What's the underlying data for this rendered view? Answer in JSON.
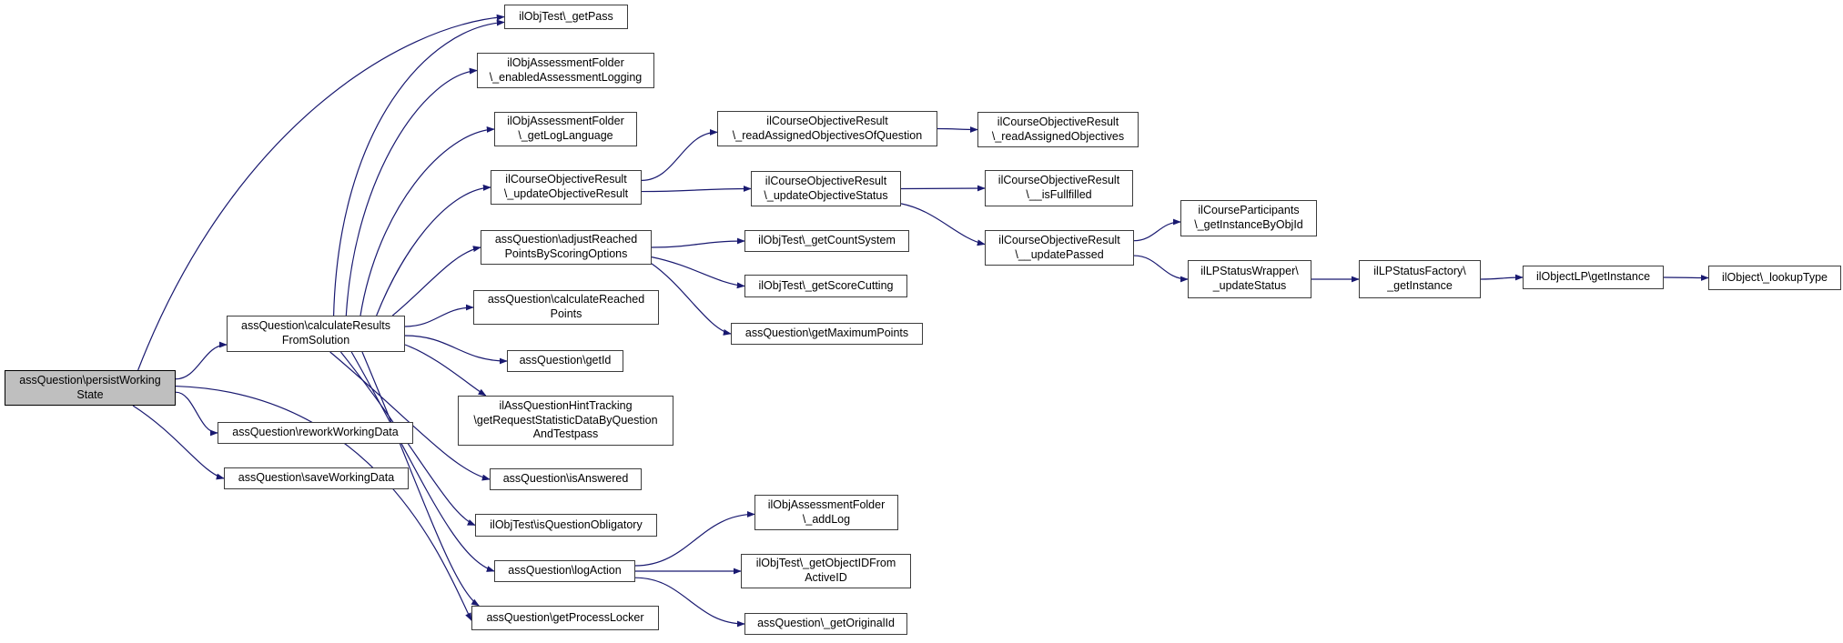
{
  "graph": {
    "title": "call graph for assQuestion::persistWorkingState",
    "background_color": "#ffffff",
    "edge_color": "#191970",
    "node_fill_color": "#ffffff",
    "node_border_color": "#3c3c3c",
    "highlight_fill_color": "#bfbfbf",
    "nodes": {
      "persist_working_state": {
        "lines": [
          "assQuestion\\persistWorking",
          "State"
        ]
      },
      "calculate_results_from_solution": {
        "lines": [
          "assQuestion\\calculateResults",
          "FromSolution"
        ]
      },
      "rework_working_data": {
        "lines": [
          "assQuestion\\reworkWorkingData"
        ]
      },
      "save_working_data": {
        "lines": [
          "assQuestion\\saveWorkingData"
        ]
      },
      "get_pass": {
        "lines": [
          "ilObjTest\\_getPass"
        ]
      },
      "enabled_assessment_logging": {
        "lines": [
          "ilObjAssessmentFolder",
          "\\_enabledAssessmentLogging"
        ]
      },
      "get_log_language": {
        "lines": [
          "ilObjAssessmentFolder",
          "\\_getLogLanguage"
        ]
      },
      "update_objective_result": {
        "lines": [
          "ilCourseObjectiveResult",
          "\\_updateObjectiveResult"
        ]
      },
      "adjust_reached_points": {
        "lines": [
          "assQuestion\\adjustReached",
          "PointsByScoringOptions"
        ]
      },
      "calculate_reached_points": {
        "lines": [
          "assQuestion\\calculateReached",
          "Points"
        ]
      },
      "get_id": {
        "lines": [
          "assQuestion\\getId"
        ]
      },
      "hint_tracking_request_statistic": {
        "lines": [
          "ilAssQuestionHintTracking",
          "\\getRequestStatisticDataByQuestion",
          "AndTestpass"
        ]
      },
      "is_answered": {
        "lines": [
          "assQuestion\\isAnswered"
        ]
      },
      "is_question_obligatory": {
        "lines": [
          "ilObjTest\\isQuestionObligatory"
        ]
      },
      "log_action": {
        "lines": [
          "assQuestion\\logAction"
        ]
      },
      "get_process_locker": {
        "lines": [
          "assQuestion\\getProcessLocker"
        ]
      },
      "read_assigned_objectives_of_question": {
        "lines": [
          "ilCourseObjectiveResult",
          "\\_readAssignedObjectivesOfQuestion"
        ]
      },
      "update_objective_status": {
        "lines": [
          "ilCourseObjectiveResult",
          "\\_updateObjectiveStatus"
        ]
      },
      "get_count_system": {
        "lines": [
          "ilObjTest\\_getCountSystem"
        ]
      },
      "get_score_cutting": {
        "lines": [
          "ilObjTest\\_getScoreCutting"
        ]
      },
      "get_maximum_points": {
        "lines": [
          "assQuestion\\getMaximumPoints"
        ]
      },
      "add_log": {
        "lines": [
          "ilObjAssessmentFolder",
          "\\_addLog"
        ]
      },
      "get_object_id_from_active_id": {
        "lines": [
          "ilObjTest\\_getObjectIDFrom",
          "ActiveID"
        ]
      },
      "get_original_id": {
        "lines": [
          "assQuestion\\_getOriginalId"
        ]
      },
      "read_assigned_objectives": {
        "lines": [
          "ilCourseObjectiveResult",
          "\\_readAssignedObjectives"
        ]
      },
      "is_fullfilled": {
        "lines": [
          "ilCourseObjectiveResult",
          "\\__isFullfilled"
        ]
      },
      "update_passed": {
        "lines": [
          "ilCourseObjectiveResult",
          "\\__updatePassed"
        ]
      },
      "get_instance_by_obj_id": {
        "lines": [
          "ilCourseParticipants",
          "\\_getInstanceByObjId"
        ]
      },
      "lp_update_status": {
        "lines": [
          "ilLPStatusWrapper\\",
          "_updateStatus"
        ]
      },
      "lp_factory_get_instance": {
        "lines": [
          "ilLPStatusFactory\\",
          "_getInstance"
        ]
      },
      "object_lp_get_instance": {
        "lines": [
          "ilObjectLP\\getInstance"
        ]
      },
      "lookup_type": {
        "lines": [
          "ilObject\\_lookupType"
        ]
      }
    },
    "edges": [
      {
        "from": "persist_working_state",
        "to": "get_pass",
        "fromSide": "top",
        "fromPos": 0.78,
        "toPos": 0.5,
        "cps": [
          [
            255,
            140
          ],
          [
            440,
            28
          ]
        ]
      },
      {
        "from": "persist_working_state",
        "to": "calculate_results_from_solution",
        "fromSide": "right",
        "fromPos": 0.25,
        "toPos": 0.8
      },
      {
        "from": "persist_working_state",
        "to": "rework_working_data",
        "fromSide": "right",
        "fromPos": 0.62,
        "toPos": 0.5
      },
      {
        "from": "persist_working_state",
        "to": "save_working_data",
        "fromSide": "bottom",
        "fromPos": 0.75,
        "toPos": 0.5,
        "cps": [
          [
            196,
            478
          ],
          [
            222,
            520
          ]
        ]
      },
      {
        "from": "persist_working_state",
        "to": "get_process_locker",
        "fromSide": "right",
        "fromPos": 0.45,
        "toPos": 0.6,
        "cps": [
          [
            420,
            432
          ],
          [
            492,
            630
          ]
        ]
      },
      {
        "from": "calculate_results_from_solution",
        "to": "get_pass",
        "fromSide": "top",
        "fromPos": 0.6,
        "toPos": 0.72,
        "cps": [
          [
            372,
            140
          ],
          [
            470,
            30
          ]
        ]
      },
      {
        "from": "calculate_results_from_solution",
        "to": "enabled_assessment_logging",
        "fromSide": "top",
        "fromPos": 0.67,
        "toPos": 0.5,
        "cps": [
          [
            390,
            190
          ],
          [
            468,
            82
          ]
        ]
      },
      {
        "from": "calculate_results_from_solution",
        "to": "get_log_language",
        "fromSide": "top",
        "fromPos": 0.75,
        "toPos": 0.5,
        "cps": [
          [
            415,
            230
          ],
          [
            487,
            145
          ]
        ]
      },
      {
        "from": "calculate_results_from_solution",
        "to": "update_objective_result",
        "fromSide": "top",
        "fromPos": 0.84,
        "toPos": 0.5,
        "cps": [
          [
            445,
            268
          ],
          [
            495,
            208
          ]
        ]
      },
      {
        "from": "calculate_results_from_solution",
        "to": "adjust_reached_points",
        "fromSide": "top",
        "fromPos": 0.93,
        "toPos": 0.5,
        "cps": [
          [
            470,
            315
          ],
          [
            498,
            278
          ]
        ]
      },
      {
        "from": "calculate_results_from_solution",
        "to": "calculate_reached_points",
        "fromSide": "right",
        "fromPos": 0.3,
        "toPos": 0.5
      },
      {
        "from": "calculate_results_from_solution",
        "to": "get_id",
        "fromSide": "right",
        "fromPos": 0.55,
        "toPos": 0.5
      },
      {
        "from": "calculate_results_from_solution",
        "to": "hint_tracking_request_statistic",
        "fromSide": "right",
        "fromPos": 0.8,
        "toSide": "top",
        "toPos": 0.13,
        "cps": [
          [
            480,
            392
          ],
          [
            516,
            424
          ]
        ]
      },
      {
        "from": "calculate_results_from_solution",
        "to": "is_answered",
        "fromSide": "bottom",
        "fromPos": 0.58,
        "toPos": 0.5,
        "cps": [
          [
            452,
            462
          ],
          [
            497,
            517
          ]
        ]
      },
      {
        "from": "calculate_results_from_solution",
        "to": "is_question_obligatory",
        "fromSide": "bottom",
        "fromPos": 0.64,
        "toPos": 0.5,
        "cps": [
          [
            458,
            492
          ],
          [
            492,
            565
          ]
        ]
      },
      {
        "from": "calculate_results_from_solution",
        "to": "log_action",
        "fromSide": "bottom",
        "fromPos": 0.7,
        "toPos": 0.5,
        "cps": [
          [
            462,
            520
          ],
          [
            498,
            614
          ]
        ]
      },
      {
        "from": "calculate_results_from_solution",
        "to": "get_process_locker",
        "fromSide": "bottom",
        "fromPos": 0.76,
        "toSide": "top",
        "toPos": 0.04,
        "cps": [
          [
            466,
            548
          ],
          [
            498,
            648
          ]
        ]
      },
      {
        "from": "adjust_reached_points",
        "to": "get_count_system",
        "fromSide": "right",
        "fromPos": 0.5,
        "toPos": 0.5
      },
      {
        "from": "adjust_reached_points",
        "to": "get_score_cutting",
        "fromSide": "right",
        "fromPos": 0.78,
        "toPos": 0.5,
        "cps": [
          [
            762,
            292
          ],
          [
            788,
            312
          ]
        ]
      },
      {
        "from": "adjust_reached_points",
        "to": "get_maximum_points",
        "fromSide": "right",
        "fromPos": 0.97,
        "toPos": 0.5,
        "cps": [
          [
            752,
            315
          ],
          [
            778,
            362
          ]
        ]
      },
      {
        "from": "update_objective_result",
        "to": "read_assigned_objectives_of_question",
        "fromSide": "right",
        "fromPos": 0.3,
        "toPos": 0.6
      },
      {
        "from": "update_objective_result",
        "to": "update_objective_status",
        "fromSide": "right",
        "fromPos": 0.62,
        "toPos": 0.5
      },
      {
        "from": "read_assigned_objectives_of_question",
        "to": "read_assigned_objectives",
        "fromSide": "right",
        "fromPos": 0.5,
        "toPos": 0.5
      },
      {
        "from": "update_objective_status",
        "to": "is_fullfilled",
        "fromSide": "right",
        "fromPos": 0.5,
        "toPos": 0.5
      },
      {
        "from": "update_objective_status",
        "to": "update_passed",
        "fromSide": "right",
        "fromPos": 0.92,
        "toPos": 0.4,
        "cps": [
          [
            1030,
            232
          ],
          [
            1052,
            262
          ]
        ]
      },
      {
        "from": "update_passed",
        "to": "get_instance_by_obj_id",
        "fromSide": "right",
        "fromPos": 0.3,
        "toPos": 0.6
      },
      {
        "from": "update_passed",
        "to": "lp_update_status",
        "fromSide": "right",
        "fromPos": 0.72,
        "toPos": 0.5
      },
      {
        "from": "lp_update_status",
        "to": "lp_factory_get_instance",
        "fromSide": "right",
        "fromPos": 0.5,
        "toPos": 0.5
      },
      {
        "from": "lp_factory_get_instance",
        "to": "object_lp_get_instance",
        "fromSide": "right",
        "fromPos": 0.5,
        "toPos": 0.5
      },
      {
        "from": "object_lp_get_instance",
        "to": "lookup_type",
        "fromSide": "right",
        "fromPos": 0.5,
        "toPos": 0.5
      },
      {
        "from": "log_action",
        "to": "add_log",
        "fromSide": "right",
        "fromPos": 0.25,
        "toPos": 0.55
      },
      {
        "from": "log_action",
        "to": "get_object_id_from_active_id",
        "fromSide": "right",
        "fromPos": 0.5,
        "toPos": 0.5
      },
      {
        "from": "log_action",
        "to": "get_original_id",
        "fromSide": "right",
        "fromPos": 0.8,
        "toPos": 0.5
      }
    ]
  }
}
